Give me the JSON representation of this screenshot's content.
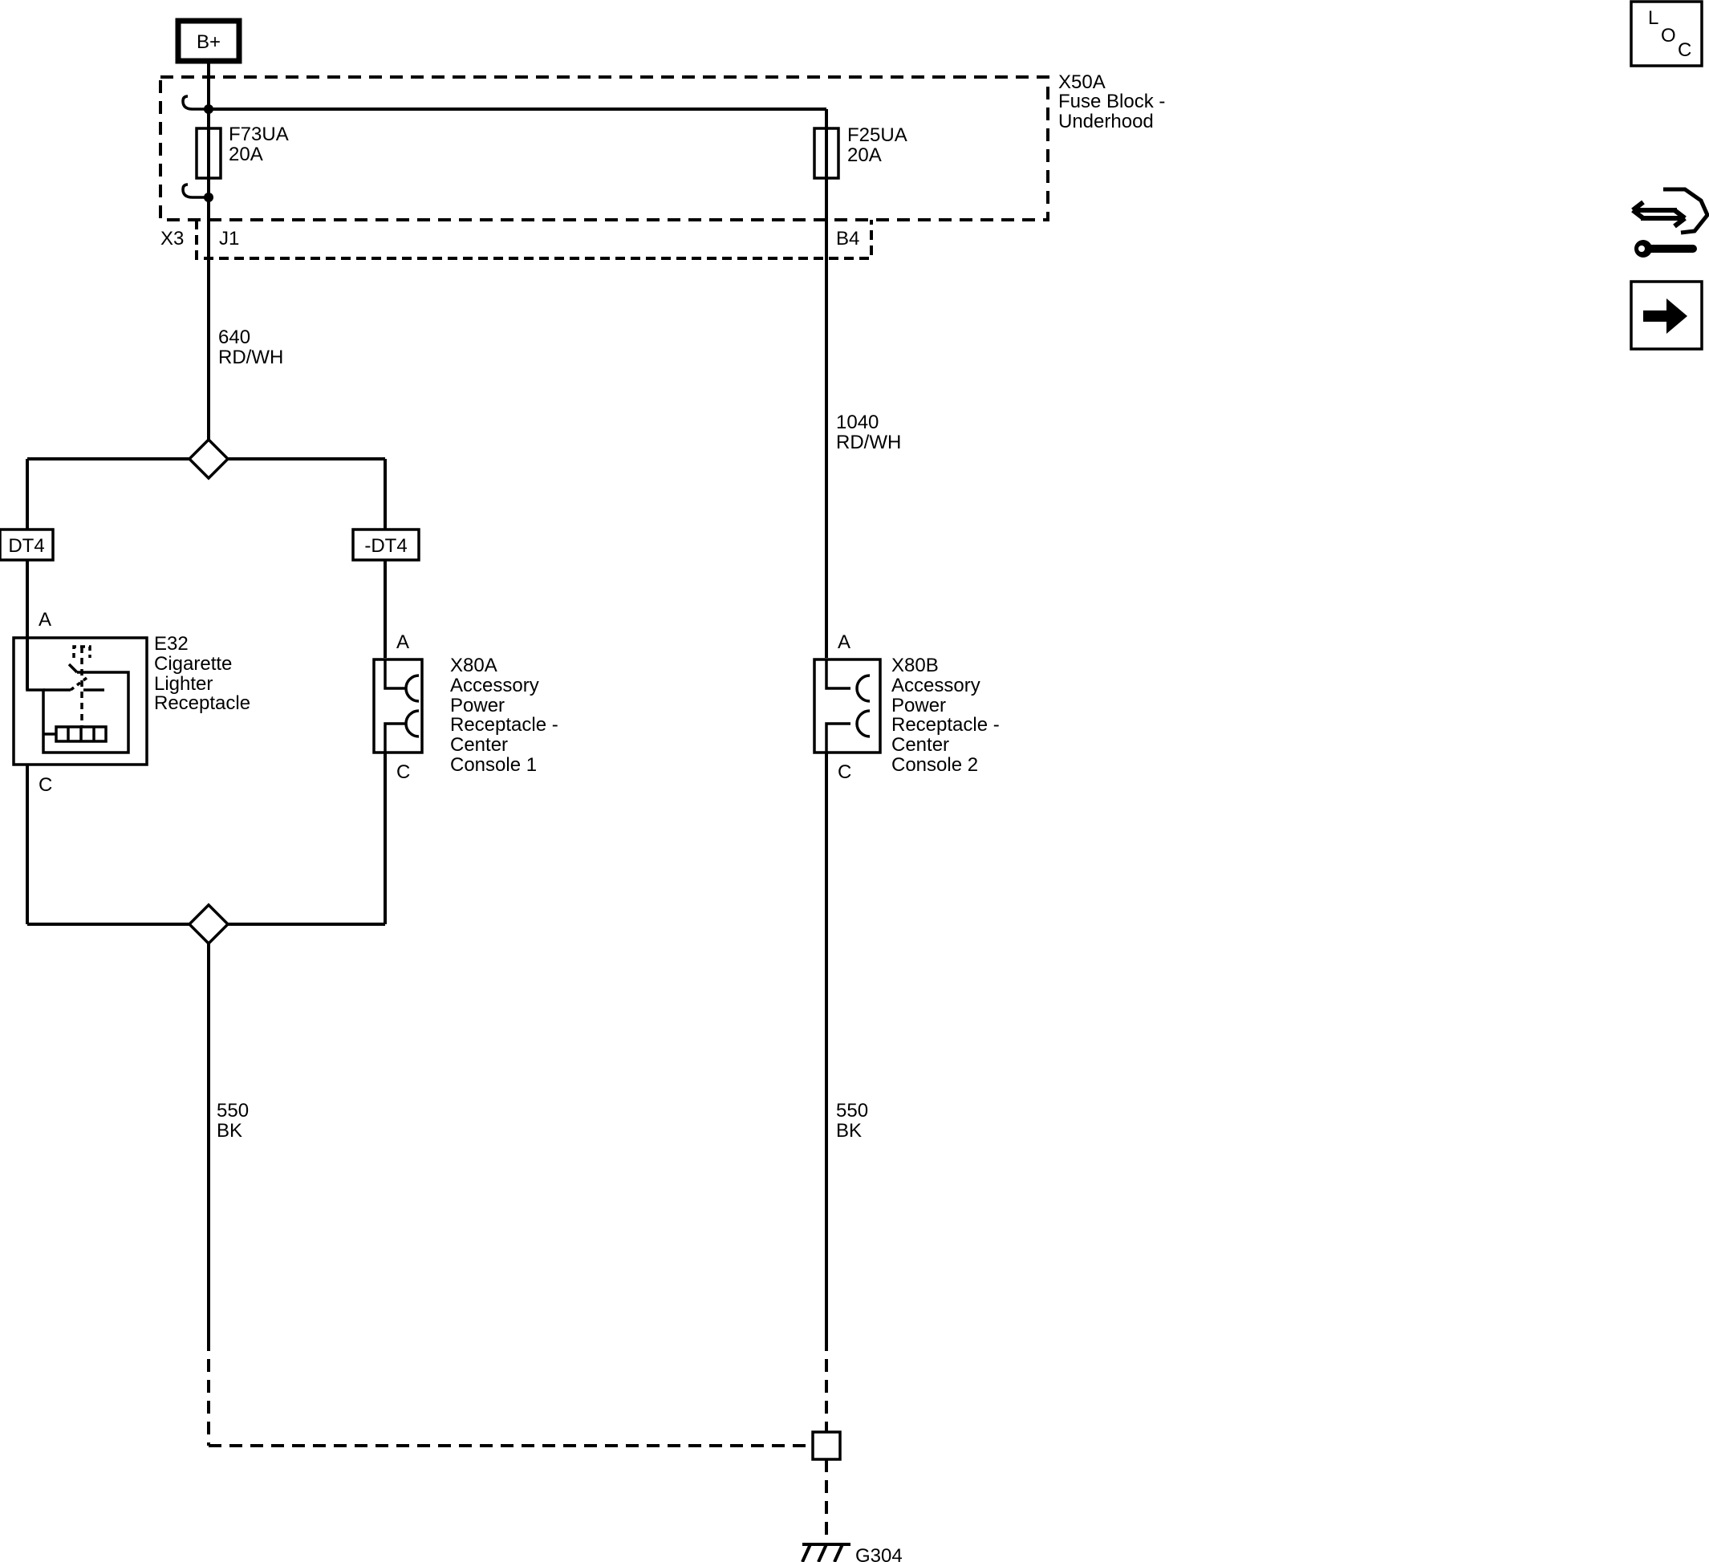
{
  "power_source": "B+",
  "fuse_block": {
    "id": "X50A",
    "line1": "Fuse Block -",
    "line2": "Underhood"
  },
  "fuses": [
    {
      "id": "F73UA",
      "rating": "20A"
    },
    {
      "id": "F25UA",
      "rating": "20A"
    }
  ],
  "connectors": {
    "x3": "X3",
    "j1": "J1",
    "b4": "B4"
  },
  "wires": {
    "w640": {
      "circuit": "640",
      "color": "RD/WH"
    },
    "w1040": {
      "circuit": "1040",
      "color": "RD/WH"
    },
    "ground_left": {
      "circuit": "550",
      "color": "BK"
    },
    "ground_right": {
      "circuit": "550",
      "color": "BK"
    }
  },
  "options": {
    "left": "DT4",
    "right": "-DT4"
  },
  "components": {
    "e32": {
      "id": "E32",
      "lines": [
        "Cigarette",
        "Lighter",
        "Receptacle"
      ],
      "pin_top": "A",
      "pin_bottom": "C"
    },
    "x80a": {
      "id": "X80A",
      "lines": [
        "Accessory",
        "Power",
        "Receptacle -",
        "Center",
        "Console 1"
      ],
      "pin_top": "A",
      "pin_bottom": "C"
    },
    "x80b": {
      "id": "X80B",
      "lines": [
        "Accessory",
        "Power",
        "Receptacle -",
        "Center",
        "Console 2"
      ],
      "pin_top": "A",
      "pin_bottom": "C"
    }
  },
  "ground": "G304",
  "nav": {
    "loc_l": "L",
    "loc_o": "O",
    "loc_c": "C",
    "loc_icon": "loc-icon",
    "service_icon": "connector-service-icon",
    "next_icon": "next-page-arrow-icon"
  }
}
